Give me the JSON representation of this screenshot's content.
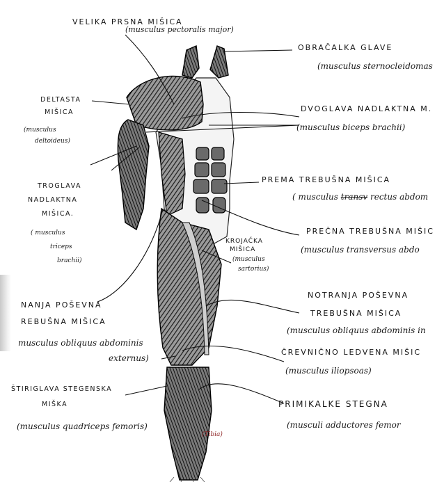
{
  "labels": {
    "pectoralis": {
      "name": "VELIKA PRSNA MIŠICA",
      "latin": "(musculus pectoralis major)"
    },
    "sternocleido": {
      "name": "OBRAČALKA GLAVE",
      "latin": "(musculus sternocleidomas"
    },
    "deltoid": {
      "name_1": "DELTASTA",
      "name_2": "MIŠICA",
      "latin_1": "(musculus",
      "latin_2": "deltoideus)"
    },
    "biceps": {
      "name": "DVOGLAVA NADLAKTNA M.",
      "latin": "(musculus biceps brachii)"
    },
    "triceps": {
      "name_1": "TROGLAVA",
      "name_2": "NADLAKTNA",
      "name_3": "MIŠICA.",
      "latin_1": "( musculus",
      "latin_2": "triceps",
      "latin_3": "brachii)"
    },
    "rectus": {
      "name": "PREMA TREBUŠNA MIŠICA",
      "latin_pre": "( musculus",
      "latin_struck": "transv",
      "latin_post": "rectus abdom"
    },
    "transversus": {
      "name": "PREČNA TREBUŠNA MIŠIC",
      "latin": "(musculus transversus abdo"
    },
    "sartorius": {
      "name_1": "KROJAČKA",
      "name_2": "MIŠICA",
      "latin_1": "(musculus",
      "latin_2": "sartorius)"
    },
    "obliquus_internus": {
      "name_1": "NOTRANJA POŠEVNA",
      "name_2": "TREBUŠNA MIŠICA",
      "latin": "(musculus obliquus abdominis in"
    },
    "obliquus_externus": {
      "name_1": "NANJA POŠEVNA",
      "name_2": "REBUŠNA MIŠICA",
      "latin_1": "musculus obliquus abdominis",
      "latin_2": "externus)"
    },
    "iliopsoas": {
      "name": "ČREVNIČNO LEDVENA MIŠIC",
      "latin": "(musculus iliopsoas)"
    },
    "quadriceps": {
      "name_1": "ŠTIRIGLAVA STEGENSKA",
      "name_2": "MIŠKA",
      "latin": "(musculus quadriceps femoris)"
    },
    "adductores": {
      "name": "PRIMIKALKE STEGNA",
      "latin": "(musculi adductores femor"
    }
  },
  "signature": "(Tibia)"
}
